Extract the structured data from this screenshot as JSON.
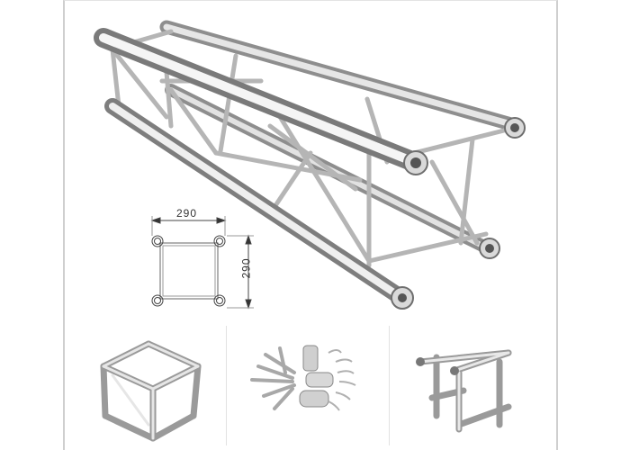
{
  "product_image": {
    "subject": "square aluminum truss segment",
    "cross_section": {
      "width_label": "290",
      "height_label": "290"
    }
  },
  "thumbnails": [
    {
      "name": "truss-corner-block",
      "description": "six-way cube corner junction"
    },
    {
      "name": "truss-connectors",
      "description": "conical couplers, pins and R-clips"
    },
    {
      "name": "truss-corner-piece",
      "description": "3-way corner truss piece"
    }
  ],
  "colors": {
    "frame_border": "#cfcfcf",
    "metal_light": "#f2f2f2",
    "metal_mid": "#c8c8c8",
    "metal_dark": "#8a8a8a",
    "dimension_lines": "#333333"
  }
}
